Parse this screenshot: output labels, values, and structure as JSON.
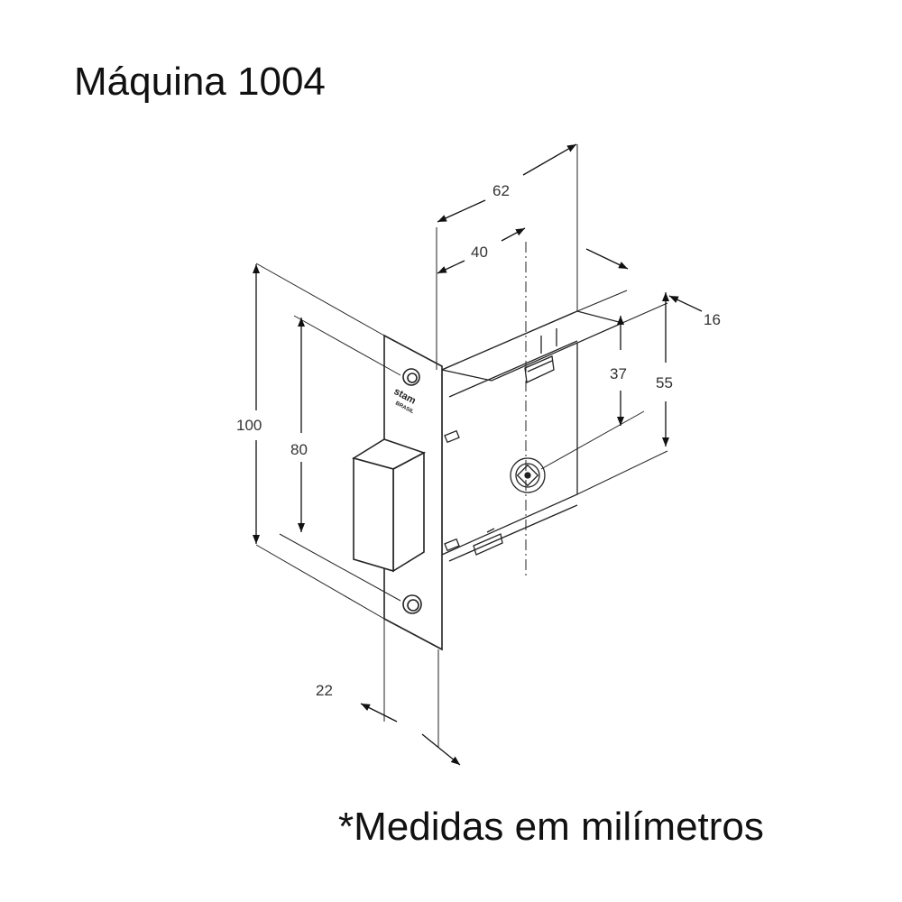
{
  "title": "Máquina 1004",
  "note": "*Medidas em milímetros",
  "brand": {
    "name": "stam",
    "sub": "BRASIL"
  },
  "dimensions": {
    "d62": "62",
    "d40": "40",
    "d16": "16",
    "d37": "37",
    "d55": "55",
    "d100": "100",
    "d80": "80",
    "d22": "22"
  }
}
